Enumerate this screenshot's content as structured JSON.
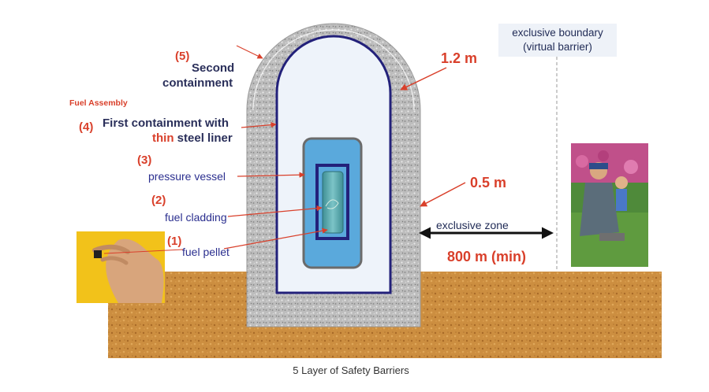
{
  "labels": {
    "second_containment_num": "(5)",
    "second_containment_line1": "Second",
    "second_containment_line2": "containment",
    "fuel_assembly": "Fuel Assembly",
    "first_containment_num": "(4)",
    "first_containment_line1": "First containment with",
    "first_containment_thin": "thin",
    "first_containment_rest": " steel liner",
    "pressure_vessel_num": "(3)",
    "pressure_vessel": "pressure vessel",
    "fuel_cladding_num": "(2)",
    "fuel_cladding": "fuel cladding",
    "fuel_pellet_num": "(1)",
    "fuel_pellet": "fuel pellet",
    "thickness_outer": "1.2 m",
    "thickness_inner": "0.5 m",
    "exclusive_zone": "exclusive zone",
    "exclusive_distance": "800 m (min)",
    "boundary_line1": "exclusive boundary",
    "boundary_line2": "(virtual barrier)",
    "caption": "5 Layer of Safety Barriers"
  },
  "colors": {
    "accent_red": "#d9402b",
    "dark_text": "#2a2f5a",
    "blue_text": "#2b2f8f",
    "liner_navy": "#23217a",
    "vessel_blue": "#5aa9dc",
    "ground": "#c98a3c",
    "concrete": "#b9b9b9"
  },
  "images": {
    "hand_photo": "hand-holding-pellet-photo",
    "family_photo": "family-in-park-photo"
  }
}
